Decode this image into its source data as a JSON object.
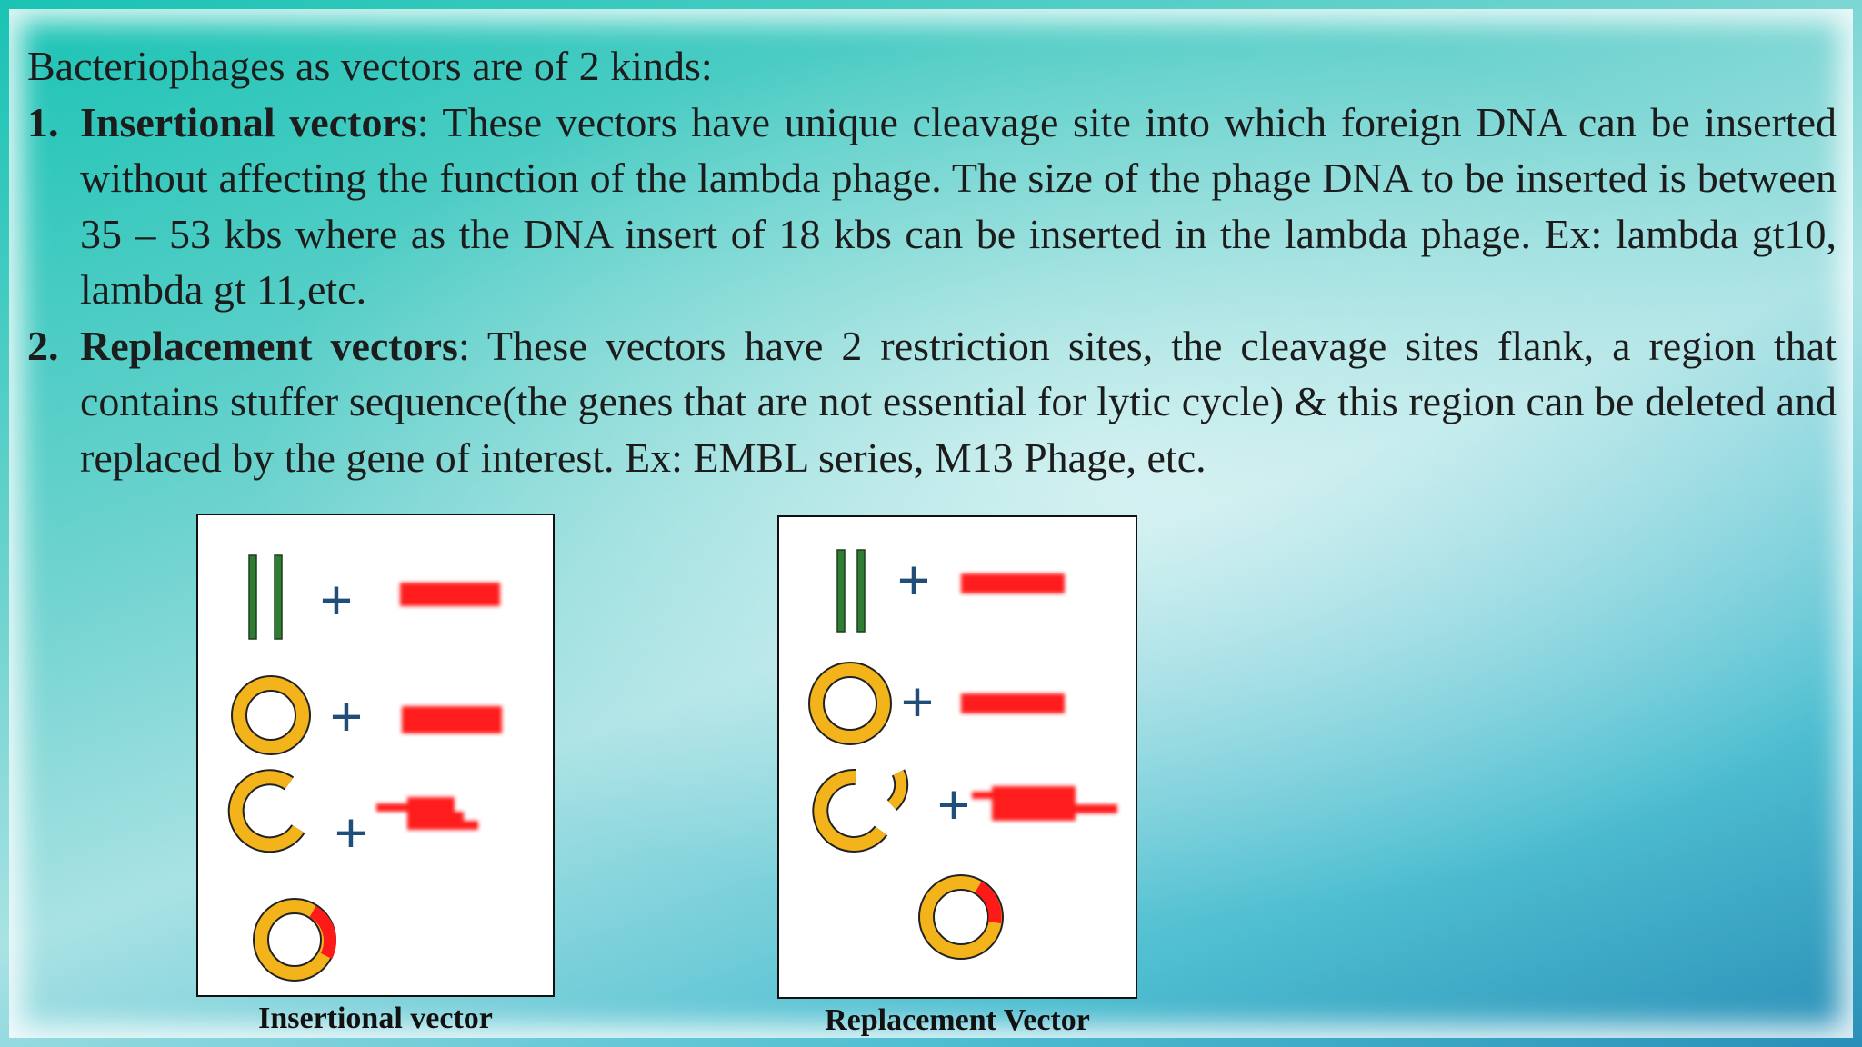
{
  "intro": "Bacteriophages  as vectors are of  2 kinds:",
  "items": [
    {
      "number": "1.",
      "term": "Insertional vectors",
      "text": ": These vectors have unique cleavage site into which foreign DNA can be inserted without affecting the function of  the lambda phage. The size of  the phage DNA to be inserted is between 35 – 53 kbs where as the DNA insert of  18 kbs can be inserted in the lambda phage. Ex: lambda gt10, lambda gt 11,etc."
    },
    {
      "number": "2.",
      "term": "Replacement vectors",
      "text": ": These vectors have 2 restriction sites, the cleavage sites flank, a region that contains stuffer sequence(the genes that are not essential for lytic cycle) & this region can be deleted and replaced by the gene of  interest. Ex: EMBL series, M13 Phage, etc."
    }
  ],
  "diagrams": {
    "insertional_caption": "Insertional vector",
    "replacement_caption": "Replacement Vector",
    "plus_sign": "+"
  },
  "colors": {
    "phage_dna": "#2e7d32",
    "vector_ring": "#f2b31b",
    "insert_dna": "#ff1a1a",
    "plus_sign": "#1f4e79"
  }
}
